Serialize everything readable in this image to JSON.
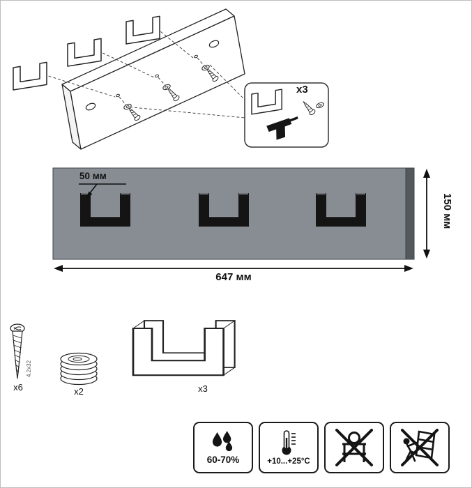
{
  "exploded_view": {
    "callout_count_label": "x3"
  },
  "front_view": {
    "hook_width_label": "50 мм",
    "panel_height_label": "150 мм",
    "panel_width_label": "647 мм"
  },
  "hardware": {
    "screw_count_label": "x6",
    "screw_size_label": "4.2x32",
    "washer_count_label": "x2",
    "hook_count_label": "x3"
  },
  "conditions": {
    "humidity_label": "60-70%",
    "temperature_label": "+10...+25°C"
  },
  "icons": {
    "humidity": "water-drops-icon",
    "temperature": "thermometer-icon",
    "restriction_1": "no-heavy-load-icon",
    "restriction_2": "no-tipping-icon",
    "tool": "drill-icon"
  },
  "colors": {
    "panel_face": "#878D93",
    "panel_edge": "#53585D",
    "hook_fill": "#141414",
    "line": "#1A1A1A"
  }
}
